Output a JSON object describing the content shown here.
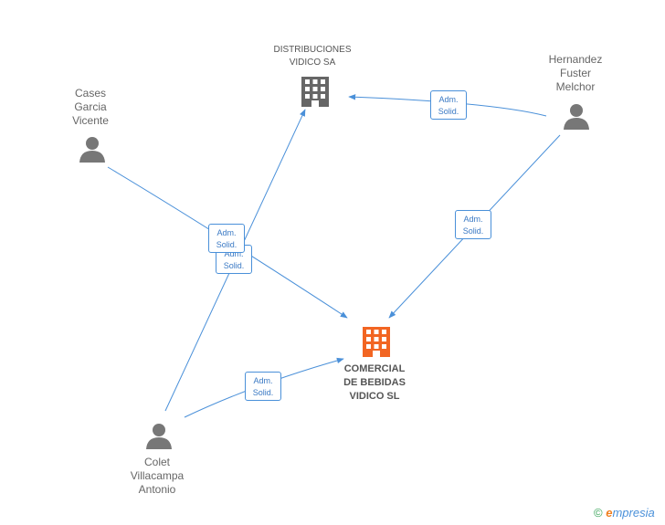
{
  "colors": {
    "edge": "#4a90d9",
    "person": "#777777",
    "company": "#666666",
    "main_company": "#f26522"
  },
  "nodes": {
    "distribuciones": {
      "line1": "DISTRIBUCIONES",
      "line2": "VIDICO SA"
    },
    "hernandez": {
      "line1": "Hernandez",
      "line2": "Fuster",
      "line3": "Melchor"
    },
    "cases": {
      "line1": "Cases",
      "line2": "Garcia",
      "line3": "Vicente"
    },
    "comercial": {
      "line1": "COMERCIAL",
      "line2": "DE BEBIDAS",
      "line3": "VIDICO SL"
    },
    "colet": {
      "line1": "Colet",
      "line2": "Villacampa",
      "line3": "Antonio"
    }
  },
  "edge_label": {
    "line1": "Adm.",
    "line2": "Solid."
  },
  "footer": {
    "copyright": "©",
    "brand_e": "e",
    "brand_rest": "mpresia"
  }
}
